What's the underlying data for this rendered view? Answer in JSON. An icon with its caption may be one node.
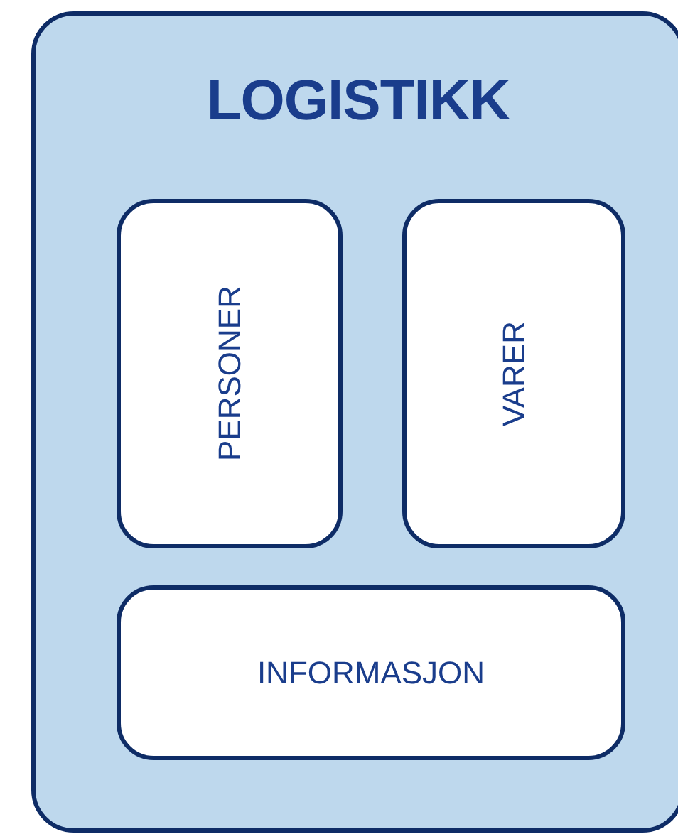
{
  "diagram": {
    "nodes": [
      {
        "text": [
          "LOGISTIKK"
        ]
      },
      {
        "text": [
          "PERSONER"
        ],
        "in": 0
      },
      {
        "text": [
          "VARER"
        ],
        "in": 0
      },
      {
        "text": [
          "INFORMASJON"
        ],
        "in": 0
      }
    ]
  }
}
